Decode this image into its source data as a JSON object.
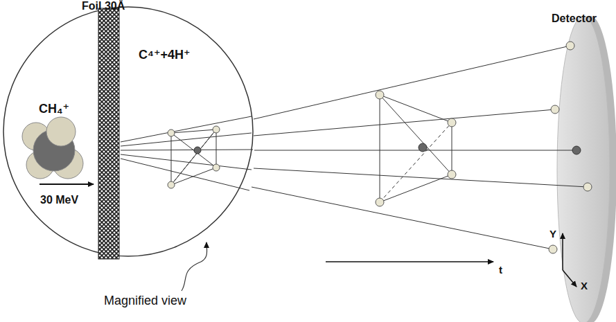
{
  "diagram": {
    "labels": [
      "Foil 30Å",
      "Detector",
      "CH₄⁺",
      "C⁴⁺+4H⁺",
      "30 MeV",
      "Y",
      "t",
      "X",
      "Magnified view"
    ]
  }
}
